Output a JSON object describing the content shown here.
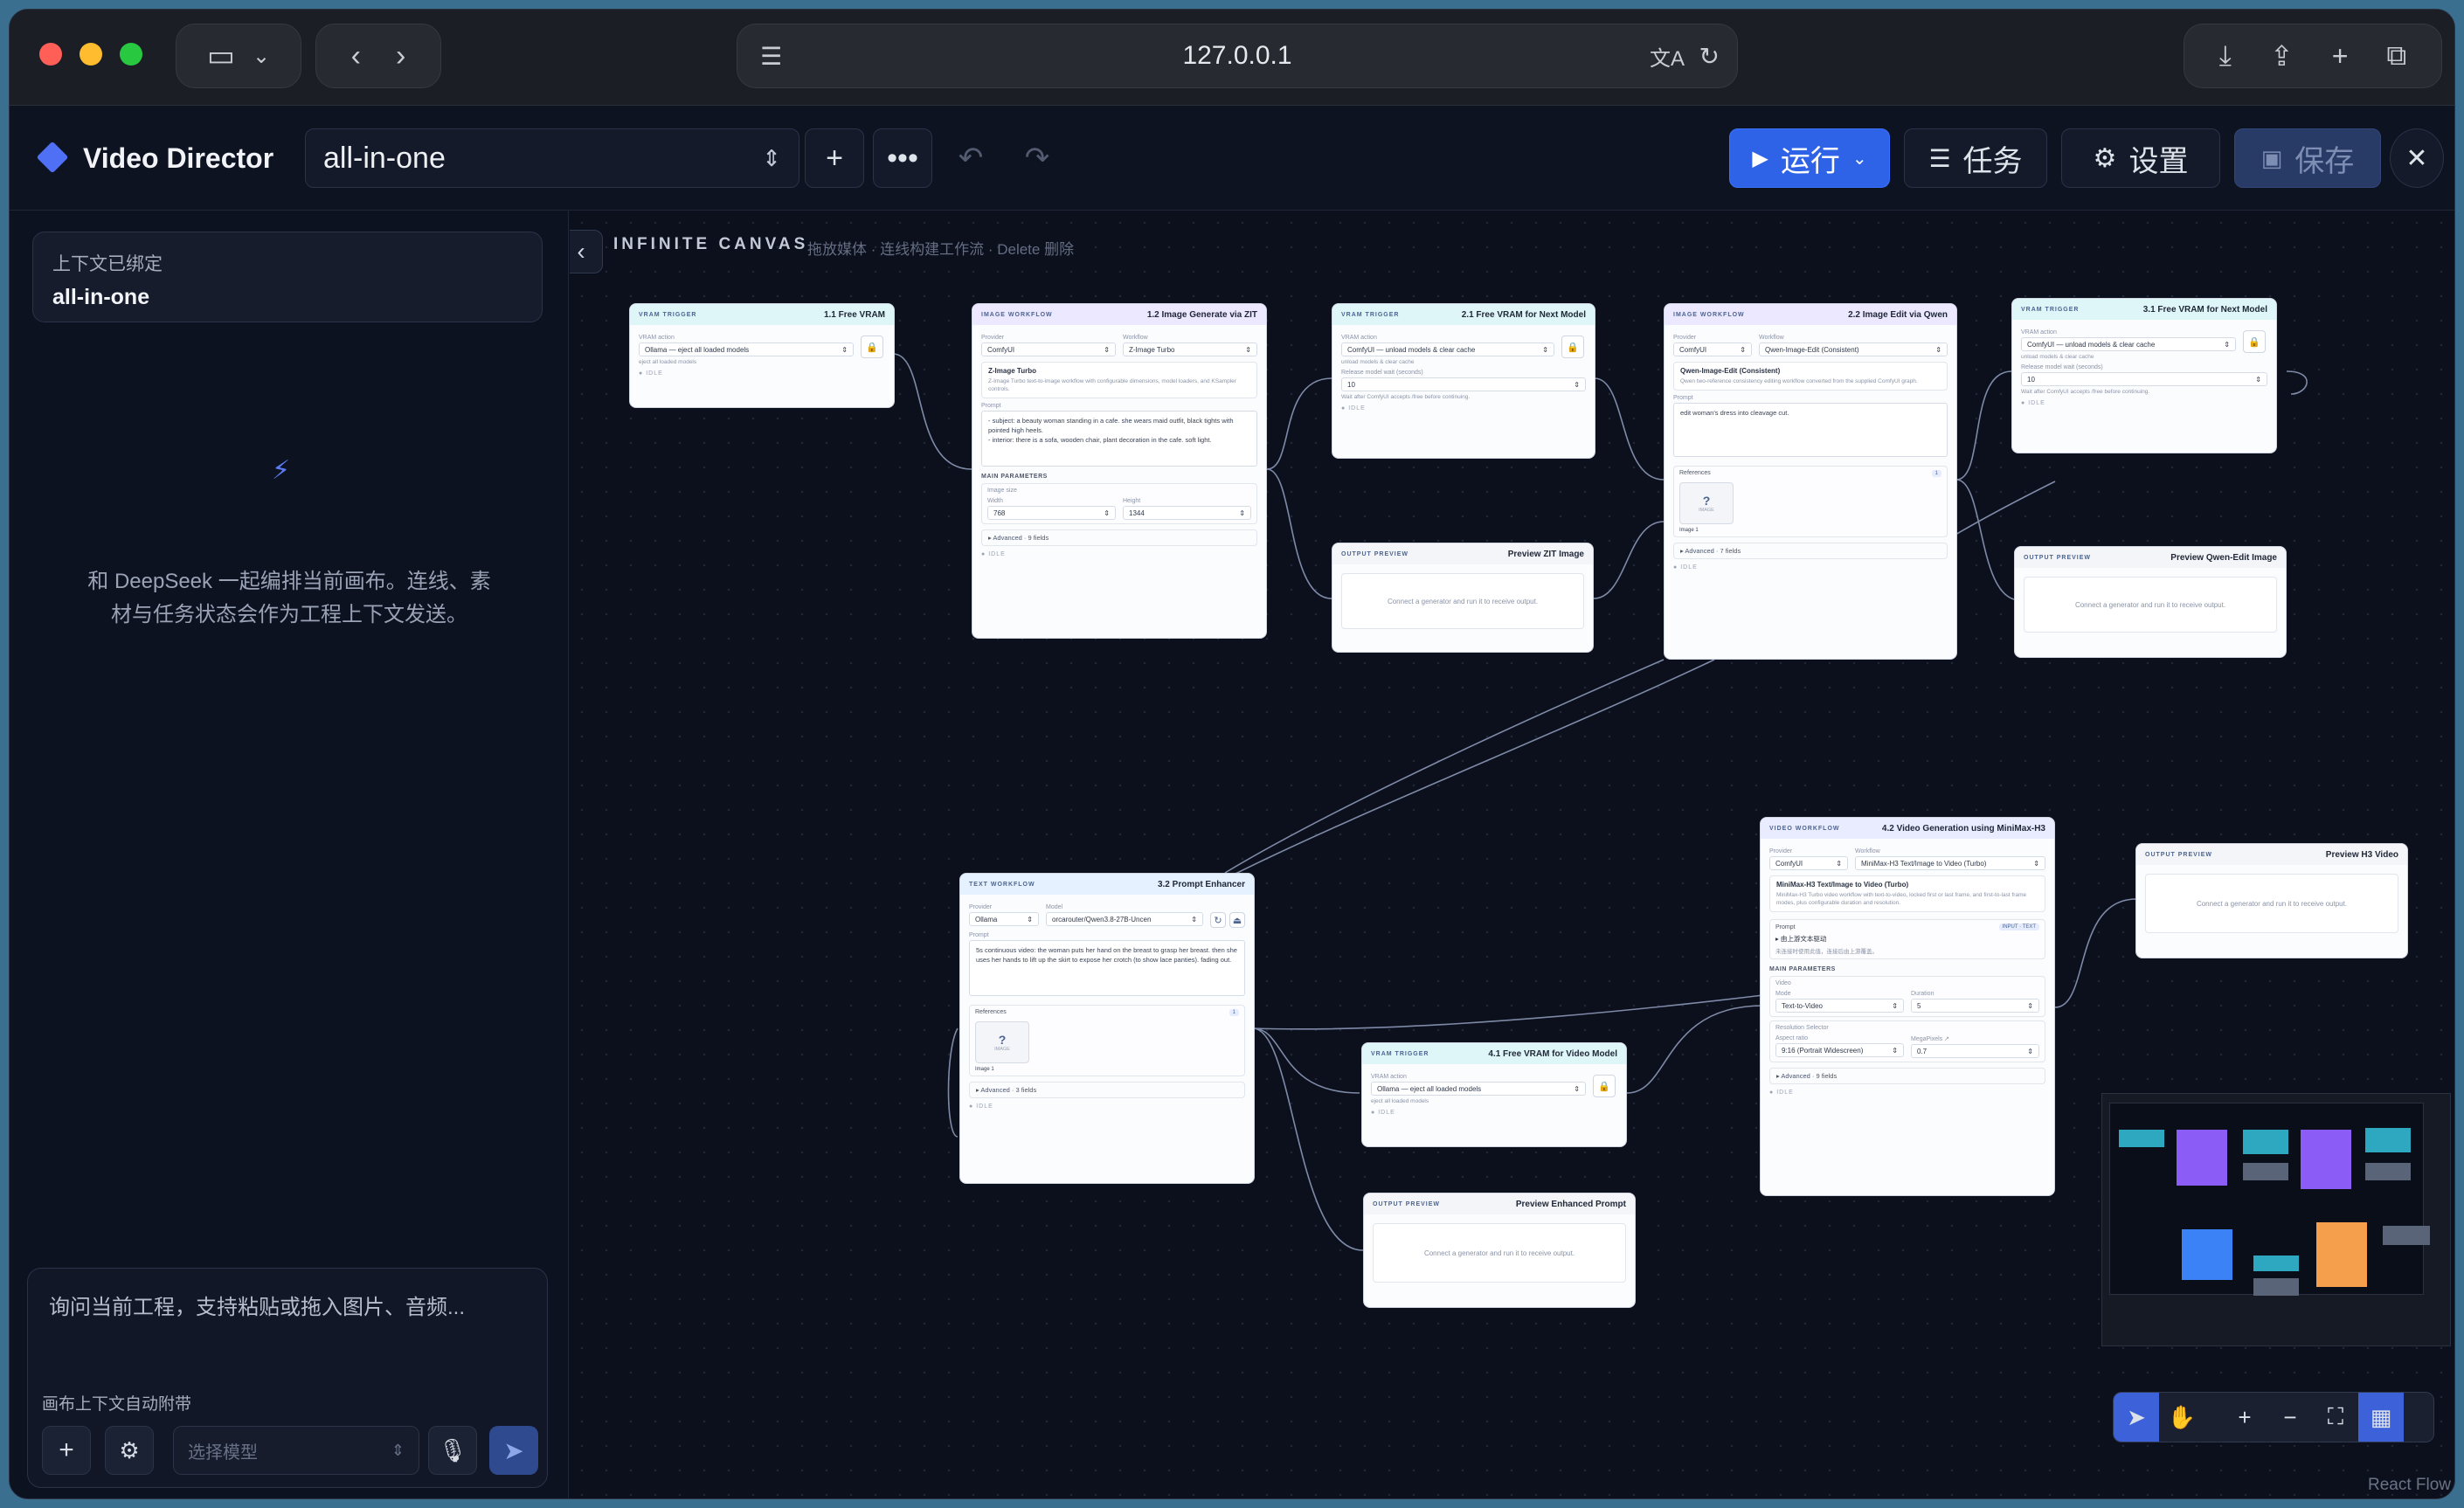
{
  "browser": {
    "url": "127.0.0.1"
  },
  "header": {
    "app_title": "Video Director",
    "project": "all-in-one",
    "run_label": "运行",
    "tasks_label": "任务",
    "settings_label": "设置",
    "save_label": "保存"
  },
  "left_panel": {
    "context_label": "上下文已绑定",
    "context_value": "all-in-one",
    "empty_message": "和 DeepSeek 一起编排当前画布。连线、素材与任务状态会作为工程上下文发送。",
    "input_placeholder": "询问当前工程，支持粘贴或拖入图片、音频...",
    "auto_attach_note": "画布上下文自动附带",
    "model_placeholder": "选择模型"
  },
  "canvas": {
    "title": "INFINITE CANVAS",
    "hint": "拖放媒体 · 连线构建工作流 · Delete 删除",
    "attribution": "React Flow"
  },
  "nodes": {
    "n11": {
      "kind": "VRAM TRIGGER",
      "title": "1.1 Free VRAM",
      "action_label": "VRAM action",
      "action": "Ollama — eject all loaded models",
      "desc": "eject all loaded models",
      "status": "IDLE"
    },
    "n12": {
      "kind": "IMAGE WORKFLOW",
      "title": "1.2 Image Generate via ZIT",
      "provider_label": "Provider",
      "provider": "ComfyUI",
      "workflow_label": "Workflow",
      "workflow": "Z-Image Turbo",
      "wf_name": "Z-Image Turbo",
      "wf_desc": "Z-Image Turbo text-to-image workflow with configurable dimensions, model loaders, and KSampler controls.",
      "prompt_label": "Prompt",
      "prompt": "- subject: a beauty woman standing in a cafe. she wears maid outfit, black tights with pointed high heels.\n- interior: there is a sofa, wooden chair, plant decoration in the cafe. soft light.",
      "main_params": "MAIN PARAMETERS",
      "image_size": "Image size",
      "width_label": "Width",
      "width": "768",
      "height_label": "Height",
      "height": "1344",
      "advanced": "▸ Advanced · 9 fields",
      "status": "IDLE"
    },
    "n21": {
      "kind": "VRAM TRIGGER",
      "title": "2.1 Free VRAM for Next Model",
      "action_label": "VRAM action",
      "action": "ComfyUI — unload models & clear cache",
      "desc": "unload models & clear cache",
      "wait_label": "Release model wait (seconds)",
      "wait": "10",
      "wait_desc": "Wait after ComfyUI accepts /free before continuing.",
      "status": "IDLE"
    },
    "nzit": {
      "kind": "OUTPUT PREVIEW",
      "title": "Preview ZIT Image",
      "msg": "Connect a generator and run it to receive output."
    },
    "n22": {
      "kind": "IMAGE WORKFLOW",
      "title": "2.2 Image Edit via Qwen",
      "provider_label": "Provider",
      "provider": "ComfyUI",
      "workflow_label": "Workflow",
      "workflow": "Qwen-Image-Edit (Consistent)",
      "wf_name": "Qwen-Image-Edit (Consistent)",
      "wf_desc": "Qwen two-reference consistency editing workflow converted from the supplied ComfyUI graph.",
      "prompt_label": "Prompt",
      "prompt": "edit woman's dress into cleavage cut.",
      "refs_label": "References",
      "refs_count": "1",
      "ref_label": "IMAGE",
      "img_cap": "Image 1",
      "advanced": "▸ Advanced · 7 fields",
      "status": "IDLE"
    },
    "n31": {
      "kind": "VRAM TRIGGER",
      "title": "3.1 Free VRAM for Next Model",
      "action_label": "VRAM action",
      "action": "ComfyUI — unload models & clear cache",
      "desc": "unload models & clear cache",
      "wait_label": "Release model wait (seconds)",
      "wait": "10",
      "wait_desc": "Wait after ComfyUI accepts /free before continuing.",
      "status": "IDLE"
    },
    "nqwen": {
      "kind": "OUTPUT PREVIEW",
      "title": "Preview Qwen-Edit Image",
      "msg": "Connect a generator and run it to receive output."
    },
    "n32": {
      "kind": "TEXT WORKFLOW",
      "title": "3.2 Prompt Enhancer",
      "provider_label": "Provider",
      "provider": "Ollama",
      "model_label": "Model",
      "model": "orcarouter/Qwen3.8-27B-Uncen",
      "prompt_label": "Prompt",
      "prompt": "5s continuous video: the woman puts her hand on the breast to grasp her breast. then she uses her hands to lift up the skirt to expose her crotch (to show lace panties). fading out.",
      "refs_label": "References",
      "refs_count": "1",
      "ref_label": "IMAGE",
      "img_cap": "Image 1",
      "advanced": "▸ Advanced · 3 fields",
      "status": "IDLE"
    },
    "n41": {
      "kind": "VRAM TRIGGER",
      "title": "4.1 Free VRAM for Video Model",
      "action_label": "VRAM action",
      "action": "Ollama — eject all loaded models",
      "desc": "eject all loaded models",
      "status": "IDLE"
    },
    "nenh": {
      "kind": "OUTPUT PREVIEW",
      "title": "Preview Enhanced Prompt",
      "msg": "Connect a generator and run it to receive output."
    },
    "n42": {
      "kind": "VIDEO WORKFLOW",
      "title": "4.2 Video Generation using MiniMax-H3",
      "provider_label": "Provider",
      "provider": "ComfyUI",
      "workflow_label": "Workflow",
      "workflow": "MiniMax-H3 Text/Image to Video (Turbo)",
      "wf_name": "MiniMax-H3 Text/Image to Video (Turbo)",
      "wf_desc": "MiniMax-H3 Turbo video workflow with text-to-video, locked first or last frame, and first-to-last frame modes, plus configurable duration and resolution.",
      "prompt_label": "Prompt",
      "input_tag": "INPUT · TEXT",
      "prompt": "▸ 由上游文本驱动",
      "prompt_sub": "未连接时使用此值，连接后由上游覆盖。",
      "main_params": "MAIN PARAMETERS",
      "video_label": "Video",
      "mode_label": "Mode",
      "mode": "Text-to-Video",
      "duration_label": "Duration",
      "duration": "5",
      "res_label": "Resolution Selector",
      "aspect_label": "Aspect ratio",
      "aspect": "9:16 (Portrait Widescreen)",
      "mp_label": "MegaPixels ↗",
      "mp": "0.7",
      "advanced": "▸ Advanced · 9 fields",
      "status": "IDLE"
    },
    "nh3": {
      "kind": "OUTPUT PREVIEW",
      "title": "Preview H3 Video",
      "msg": "Connect a generator and run it to receive output."
    }
  },
  "colors": {
    "accent": "#2e63e8",
    "canvas_bg": "#0b101c",
    "minimap_purple": "#8b5cf6",
    "minimap_teal": "#2ea7c0",
    "minimap_blue": "#3b82f6",
    "minimap_orange": "#f59e4b"
  }
}
